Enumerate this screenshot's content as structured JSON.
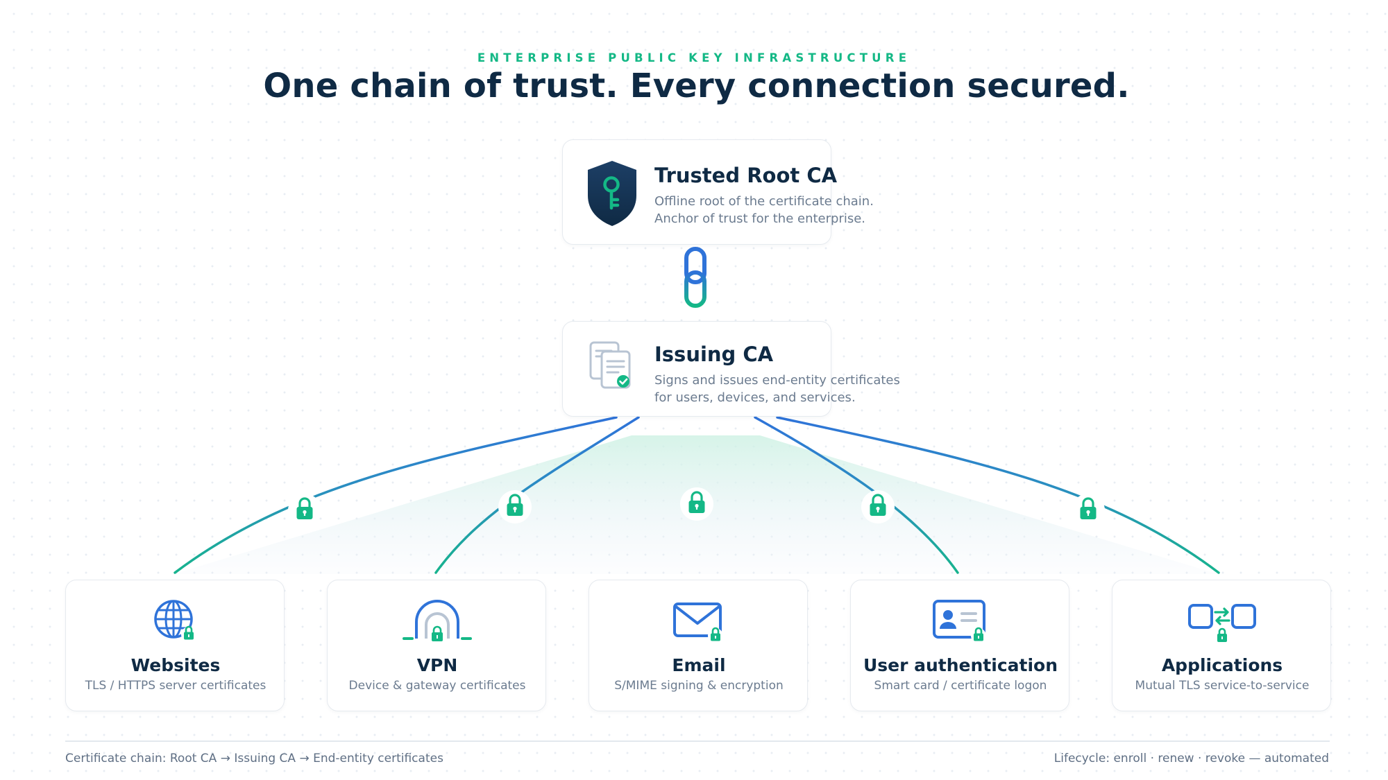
{
  "eyebrow": "ENTERPRISE PUBLIC KEY INFRASTRUCTURE",
  "headline": "One chain of trust. Every connection secured.",
  "root_ca": {
    "title": "Trusted Root CA",
    "line1": "Offline root of the certificate chain.",
    "line2": "Anchor of trust for the enterprise.",
    "icon": "shield-key-icon"
  },
  "issuing_ca": {
    "title": "Issuing CA",
    "line1": "Signs and issues end-entity certificates",
    "line2": "for users, devices, and services.",
    "icon": "certificate-documents-icon"
  },
  "endpoints": [
    {
      "title": "Websites",
      "subtitle": "TLS / HTTPS server certificates",
      "icon": "globe-lock-icon"
    },
    {
      "title": "VPN",
      "subtitle": "Device & gateway certificates",
      "icon": "tunnel-lock-icon"
    },
    {
      "title": "Email",
      "subtitle": "S/MIME signing & encryption",
      "icon": "envelope-lock-icon"
    },
    {
      "title": "User authentication",
      "subtitle": "Smart card / certificate logon",
      "icon": "id-card-lock-icon"
    },
    {
      "title": "Applications",
      "subtitle": "Mutual TLS service-to-service",
      "icon": "mutual-tls-lock-icon"
    }
  ],
  "footer": {
    "left": "Certificate chain: Root CA → Issuing CA → End-entity certificates",
    "right": "Lifecycle: enroll · renew · revoke — automated"
  },
  "colors": {
    "navy": "#0f2a44",
    "accent_green": "#14b886",
    "accent_blue": "#2f73d9",
    "muted_text": "#6b7b8f"
  }
}
